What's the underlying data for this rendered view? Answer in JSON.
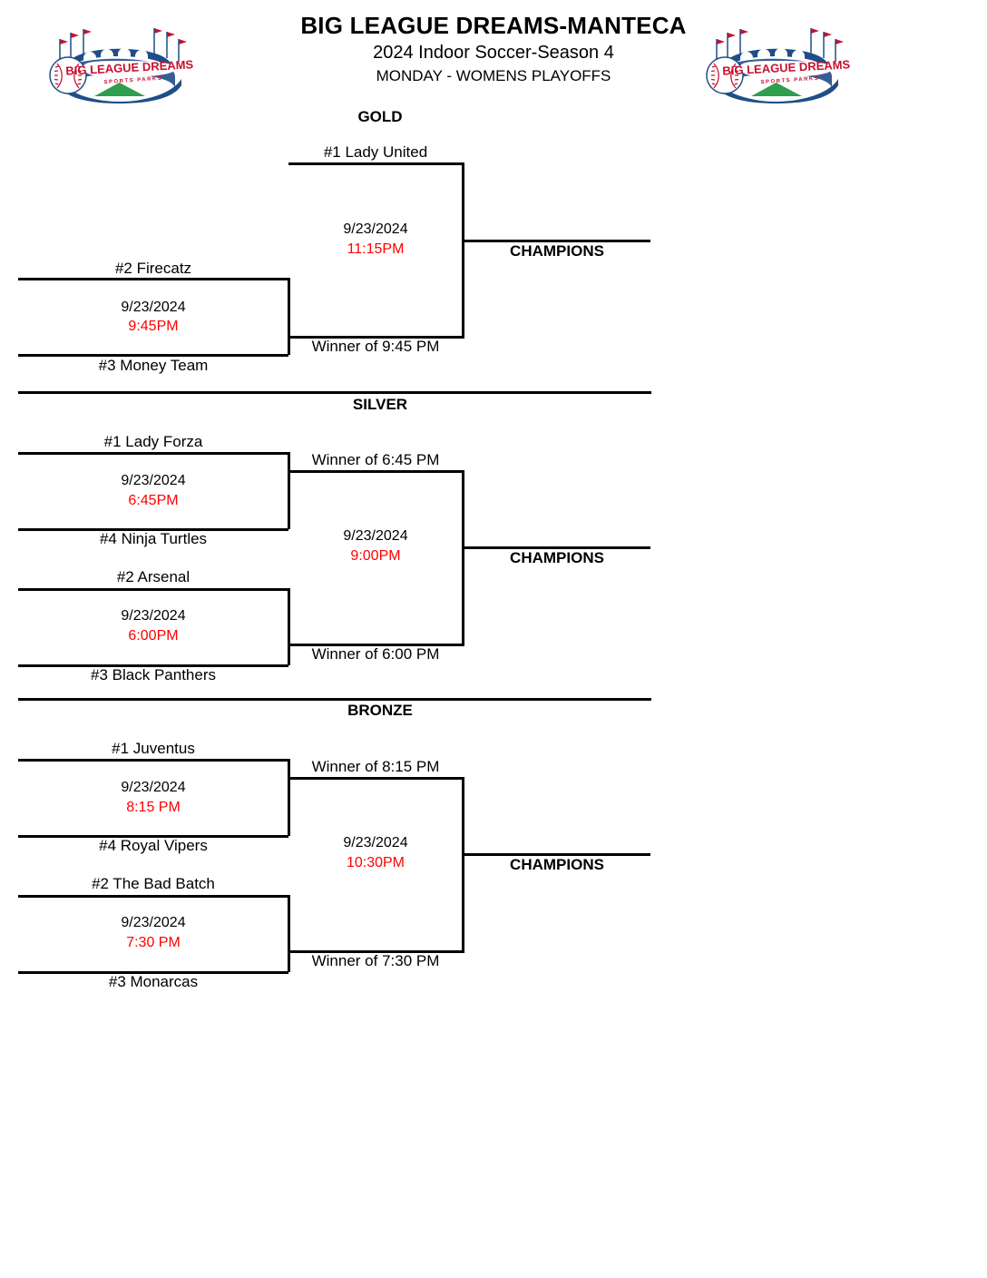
{
  "header": {
    "title": "BIG LEAGUE DREAMS-MANTECA",
    "subtitle": "2024 Indoor Soccer-Season 4",
    "subtitle2": "MONDAY - WOMENS PLAYOFFS"
  },
  "logo": {
    "name": "big-league-dreams-logo",
    "wordmark": "BIG LEAGUE DREAMS",
    "tagline": "SPORTS PARKS",
    "red": "#c8102e",
    "blue": "#1f4e87",
    "green": "#2e9e4f"
  },
  "colors": {
    "time_red": "#ff0000",
    "line_black": "#000000"
  },
  "brackets": [
    {
      "division": "GOLD",
      "semifinal": {
        "top_team": "#2 Firecatz",
        "bottom_team": "#3 Money Team",
        "date": "9/23/2024",
        "time": "9:45PM"
      },
      "final": {
        "top_team": "#1 Lady United",
        "bottom_team": "Winner of 9:45 PM",
        "date": "9/23/2024",
        "time": "11:15PM"
      },
      "champions_label": "CHAMPIONS"
    },
    {
      "division": "SILVER",
      "semifinal_top": {
        "top_team": "#1 Lady Forza",
        "bottom_team": "#4 Ninja Turtles",
        "date": "9/23/2024",
        "time": "6:45PM"
      },
      "semifinal_bottom": {
        "top_team": "#2 Arsenal",
        "bottom_team": "#3 Black Panthers",
        "date": "9/23/2024",
        "time": "6:00PM"
      },
      "final": {
        "top_team": "Winner of 6:45 PM",
        "bottom_team": "Winner of 6:00 PM",
        "date": "9/23/2024",
        "time": "9:00PM"
      },
      "champions_label": "CHAMPIONS"
    },
    {
      "division": "BRONZE",
      "semifinal_top": {
        "top_team": "#1 Juventus",
        "bottom_team": "#4 Royal Vipers",
        "date": "9/23/2024",
        "time": "8:15 PM"
      },
      "semifinal_bottom": {
        "top_team": "#2 The Bad Batch",
        "bottom_team": "#3 Monarcas",
        "date": "9/23/2024",
        "time": "7:30 PM"
      },
      "final": {
        "top_team": "Winner of 8:15 PM",
        "bottom_team": "Winner of 7:30 PM",
        "date": "9/23/2024",
        "time": "10:30PM"
      },
      "champions_label": "CHAMPIONS"
    }
  ]
}
